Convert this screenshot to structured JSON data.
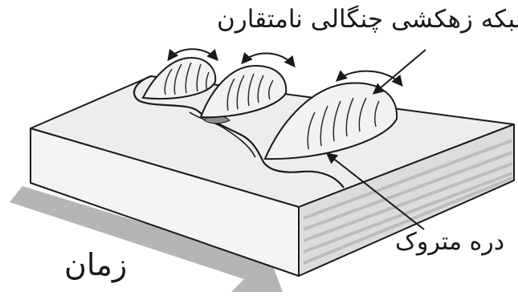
{
  "labels": {
    "network": "شبکه زهکشی چنگالی نامتقارن",
    "abandoned_valley": "دره متروک",
    "time": "زمان"
  },
  "colors": {
    "outline": "#1a1a1a",
    "block_top": "#ededed",
    "block_front": "#f4f4f4",
    "block_side": "#dcdcdc",
    "strata": "#bdbdbd",
    "time_arrow": "#b5b5b5",
    "valley_fill": "#8e8e8e"
  },
  "icons": [
    "rotation-arrow-icon",
    "pointer-arrow-icon"
  ]
}
